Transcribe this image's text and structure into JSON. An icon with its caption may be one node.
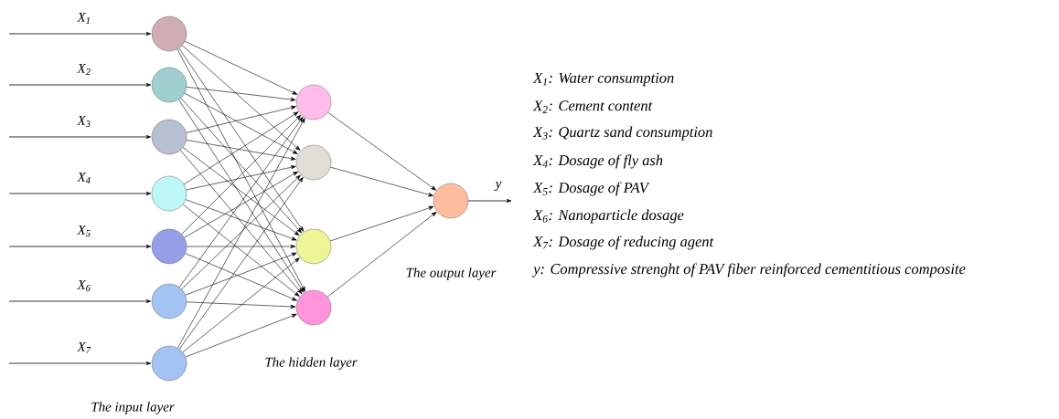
{
  "diagram": {
    "nodes": [
      {
        "text": [],
        "shape": "circle"
      },
      {
        "text": [],
        "shape": "circle"
      },
      {
        "text": [],
        "shape": "circle"
      },
      {
        "text": [],
        "shape": "circle"
      },
      {
        "text": [],
        "shape": "circle"
      },
      {
        "text": [],
        "shape": "circle"
      },
      {
        "text": [],
        "shape": "circle"
      },
      {
        "text": [],
        "shape": "circle"
      },
      {
        "text": [],
        "shape": "circle"
      },
      {
        "text": [],
        "shape": "circle"
      },
      {
        "text": [],
        "shape": "circle"
      },
      {
        "text": [],
        "shape": "circle"
      }
    ],
    "edges": [
      {
        "from": null,
        "to": 0,
        "arrow": "to",
        "label": "X$_{1}$"
      },
      {
        "from": null,
        "to": 1,
        "arrow": "to",
        "label": "X$_{2}$"
      },
      {
        "from": null,
        "to": 2,
        "arrow": "to",
        "label": "X$_{3}$"
      },
      {
        "from": null,
        "to": 3,
        "arrow": "to",
        "label": "X$_{4}$"
      },
      {
        "from": null,
        "to": 4,
        "arrow": "to",
        "label": "X$_{5}$"
      },
      {
        "from": null,
        "to": 5,
        "arrow": "to",
        "label": "X$_{6}$"
      },
      {
        "from": null,
        "to": 6,
        "arrow": "to",
        "label": "X$_{7}$"
      },
      {
        "from": 0,
        "to": 7,
        "arrow": "to"
      },
      {
        "from": 0,
        "to": 8,
        "arrow": "to"
      },
      {
        "from": 0,
        "to": 9,
        "arrow": "to"
      },
      {
        "from": 0,
        "to": 10,
        "arrow": "to"
      },
      {
        "from": 1,
        "to": 7,
        "arrow": "to"
      },
      {
        "from": 1,
        "to": 8,
        "arrow": "to"
      },
      {
        "from": 1,
        "to": 9,
        "arrow": "to"
      },
      {
        "from": 1,
        "to": 10,
        "arrow": "to"
      },
      {
        "from": 2,
        "to": 7,
        "arrow": "to"
      },
      {
        "from": 2,
        "to": 8,
        "arrow": "to"
      },
      {
        "from": 2,
        "to": 9,
        "arrow": "to"
      },
      {
        "from": 2,
        "to": 10,
        "arrow": "to"
      },
      {
        "from": 3,
        "to": 7,
        "arrow": "to"
      },
      {
        "from": 3,
        "to": 8,
        "arrow": "to"
      },
      {
        "from": 3,
        "to": 9,
        "arrow": "to"
      },
      {
        "from": 3,
        "to": 10,
        "arrow": "to"
      },
      {
        "from": 4,
        "to": 7,
        "arrow": "to"
      },
      {
        "from": 4,
        "to": 8,
        "arrow": "to"
      },
      {
        "from": 4,
        "to": 9,
        "arrow": "to"
      },
      {
        "from": 4,
        "to": 10,
        "arrow": "to"
      },
      {
        "from": 5,
        "to": 7,
        "arrow": "to"
      },
      {
        "from": 5,
        "to": 8,
        "arrow": "to"
      },
      {
        "from": 5,
        "to": 9,
        "arrow": "to"
      },
      {
        "from": 5,
        "to": 10,
        "arrow": "to"
      },
      {
        "from": 6,
        "to": 7,
        "arrow": "to"
      },
      {
        "from": 6,
        "to": 8,
        "arrow": "to"
      },
      {
        "from": 6,
        "to": 9,
        "arrow": "to"
      },
      {
        "from": 6,
        "to": 10,
        "arrow": "to"
      },
      {
        "from": 7,
        "to": 11,
        "arrow": "to"
      },
      {
        "from": 8,
        "to": 11,
        "arrow": "to"
      },
      {
        "from": 9,
        "to": 11,
        "arrow": "to"
      },
      {
        "from": 10,
        "to": 11,
        "arrow": "to"
      },
      {
        "from": 11,
        "to": null,
        "arrow": "to",
        "label": "y"
      }
    ],
    "labels": [
      "X$_{1}$: Water consumption",
      "X$_{2}$: Cement content",
      "X$_{3}$: Quartz sand consumption",
      "X$_{4}$: Dosage of fly ash",
      "X$_{5}$: Dosage of PAV",
      "X$_{6}$: Nanoparticle dosage",
      "X$_{7}$: Dosage of reducing agent",
      "y: Compressive strenght of PAV fiber reinforced cementitious composite",
      "The output layer",
      "The hidden layer",
      "The input layer"
    ]
  }
}
